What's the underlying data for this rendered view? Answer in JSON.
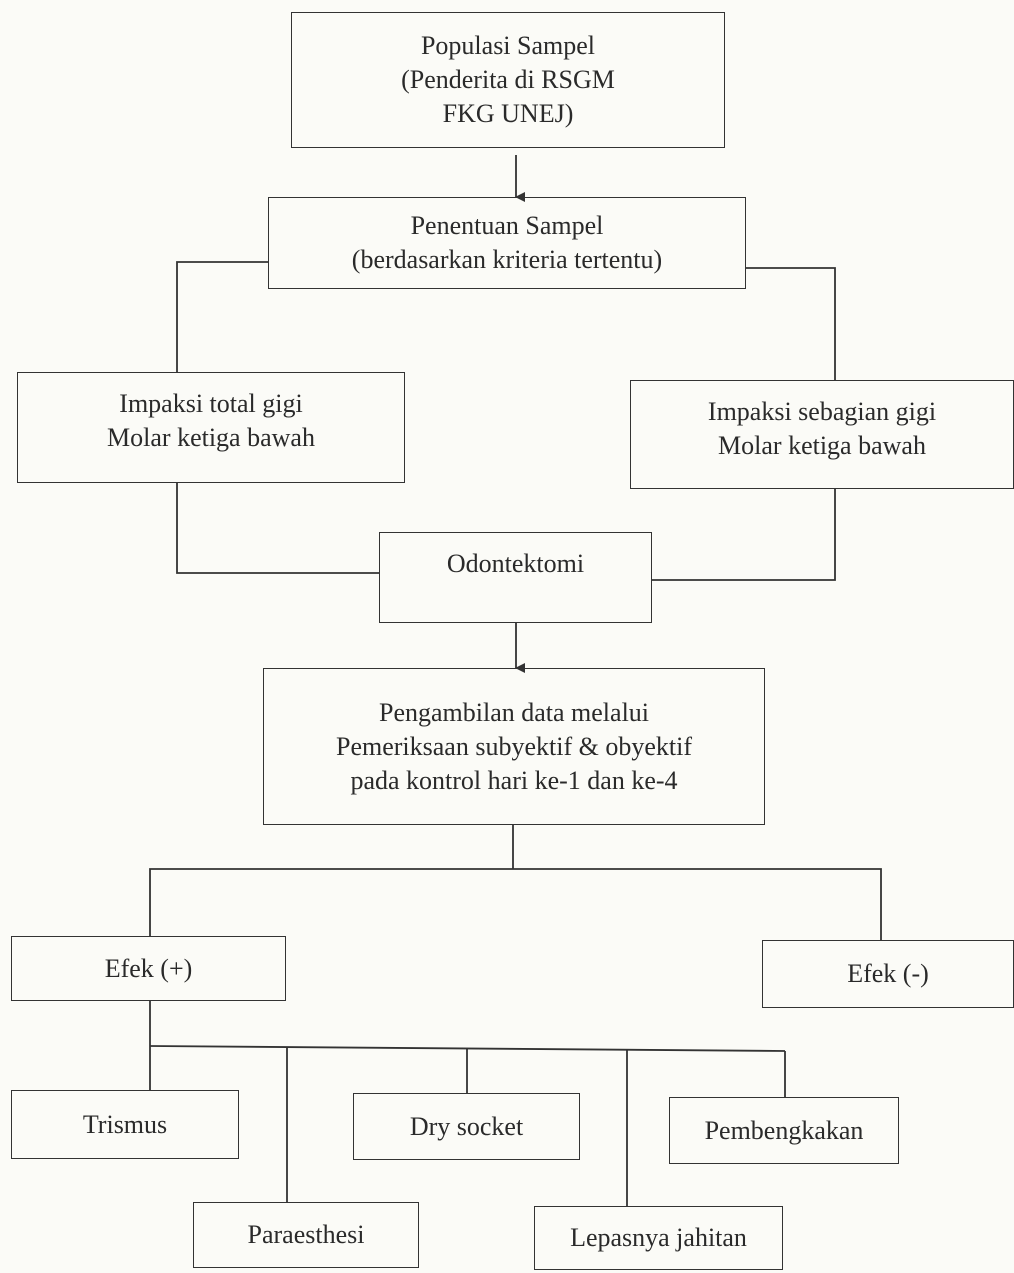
{
  "boxes": {
    "populasi": [
      "Populasi Sampel",
      "(Penderita di RSGM",
      "FKG UNEJ)"
    ],
    "penentuan": [
      "Penentuan Sampel",
      "(berdasarkan kriteria tertentu)"
    ],
    "impaksi_total": [
      "Impaksi total gigi",
      "Molar ketiga bawah"
    ],
    "impaksi_sebagian": [
      "Impaksi sebagian gigi",
      "Molar ketiga bawah"
    ],
    "odontektomi": "Odontektomi",
    "pengambilan": [
      "Pengambilan data melalui",
      "Pemeriksaan subyektif & obyektif",
      "pada kontrol hari ke-1 dan ke-4"
    ],
    "efek_plus": "Efek (+)",
    "efek_minus": "Efek (-)",
    "trismus": "Trismus",
    "dry_socket": "Dry socket",
    "pembengkakan": "Pembengkakan",
    "paraesthesi": "Paraesthesi",
    "lepasnya_jahitan": "Lepasnya jahitan"
  },
  "colors": {
    "line": "#333333",
    "background": "#fbfbf7",
    "text": "#2a2a2a"
  }
}
